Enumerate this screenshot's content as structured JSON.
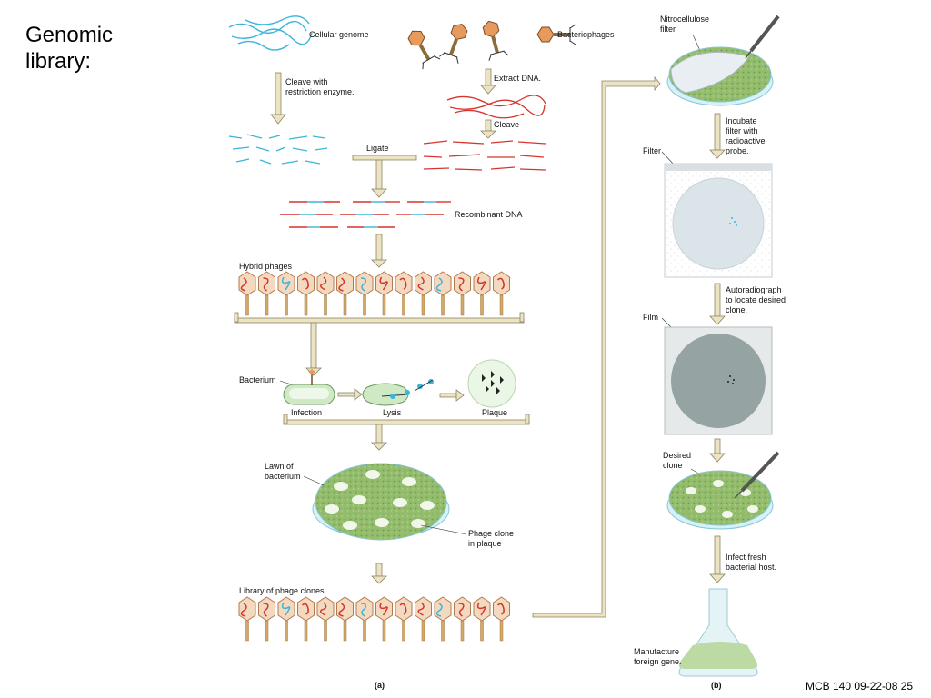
{
  "slide": {
    "title": "Genomic\nlibrary:",
    "footer": "MCB 140 09-22-08  25"
  },
  "panel_a": {
    "cellular_genome": "Cellular genome",
    "bacteriophages": "Bacteriophages",
    "cleave_enzyme": "Cleave with restriction enzyme.",
    "extract_dna": "Extract DNA.",
    "cleave": "Cleave",
    "ligate": "Ligate",
    "recombinant_dna": "Recombinant DNA",
    "hybrid_phages": "Hybrid phages",
    "bacterium": "Bacterium",
    "infection": "Infection",
    "lysis": "Lysis",
    "plaque": "Plaque",
    "lawn_of_bacterium": "Lawn of bacterium",
    "phage_clone_in_plaque": "Phage clone in plaque",
    "library_of_phage_clones": "Library of phage clones",
    "caption": "(a)"
  },
  "panel_b": {
    "nitrocellulose_filter": "Nitrocellulose filter",
    "incubate": "Incubate filter with radioactive probe.",
    "filter": "Filter",
    "autoradiograph": "Autoradiograph to locate desired clone.",
    "film": "Film",
    "desired_clone": "Desired clone",
    "infect_host": "Infect fresh bacterial host.",
    "manufacture": "Manufacture foreign gene.",
    "caption": "(b)"
  },
  "colors": {
    "dna_host": "#39b6d8",
    "dna_phage": "#d8342c",
    "arrow": "#ece3c2",
    "arrow_stroke": "#8c8466",
    "lawn": "#8fb96a",
    "dish": "#d7f1f6",
    "film": "#95a3a2"
  }
}
